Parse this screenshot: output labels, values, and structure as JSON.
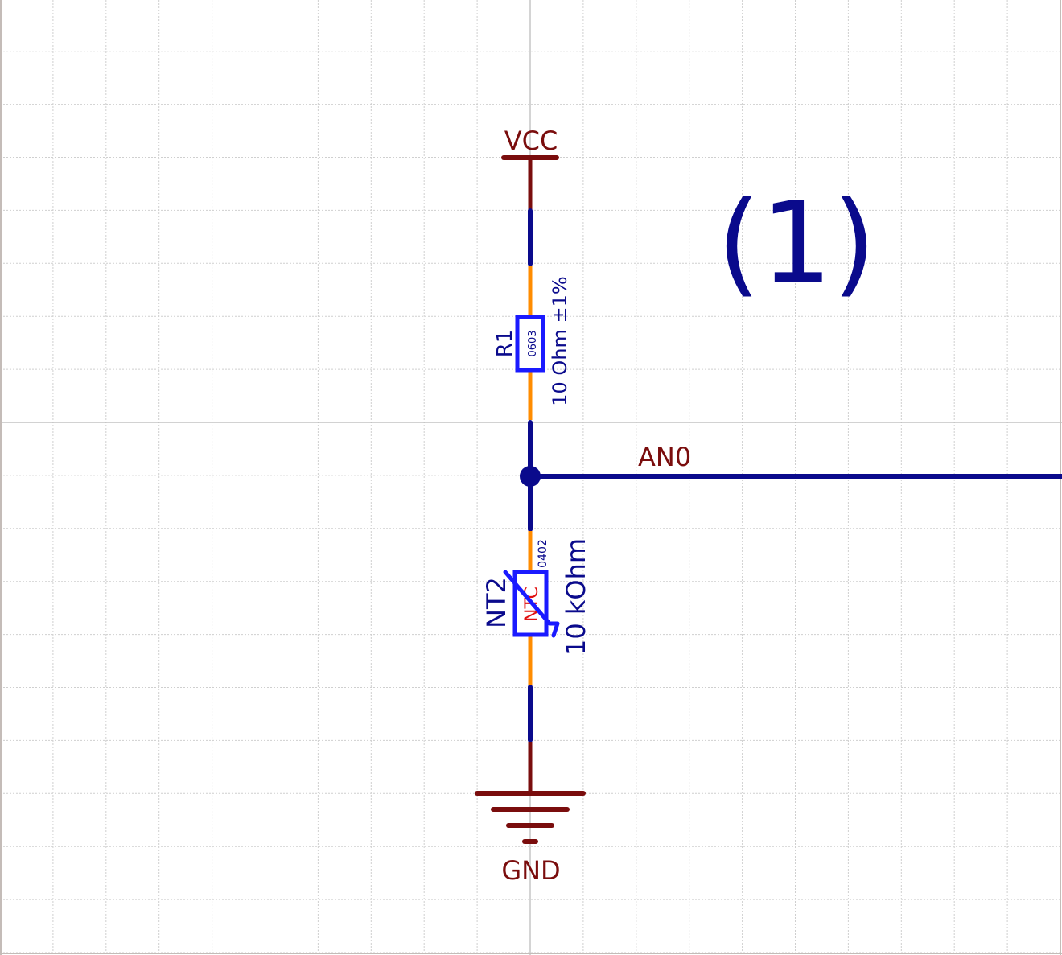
{
  "schematic": {
    "colors": {
      "background": "#ffffff",
      "grid": "#c8c8c8",
      "crosshair": "#b4b4b4",
      "border": "#c0b8b4",
      "power": "#7a0d0d",
      "wire": "#0a0a8c",
      "pin": "#ff8c00",
      "symbol_body": "#1a1aff",
      "ntc_text": "#e01010",
      "label_text": "#0a0a8c",
      "sheet_marker": "#0a0a8c"
    },
    "power_symbols": {
      "vcc": {
        "name": "VCC",
        "icon": "power-bar-icon"
      },
      "gnd": {
        "name": "GND",
        "icon": "ground-icon"
      }
    },
    "components": {
      "r1": {
        "reference": "R1",
        "value": "10 Ohm ±1%",
        "footprint": "0603",
        "type": "resistor"
      },
      "nt2": {
        "reference": "NT2",
        "value": "10 kOhm",
        "footprint": "0402",
        "body_text": "NTC",
        "type": "thermistor"
      }
    },
    "nets": {
      "an0": {
        "label": "AN0"
      }
    },
    "sheet_marker": "(1)"
  }
}
